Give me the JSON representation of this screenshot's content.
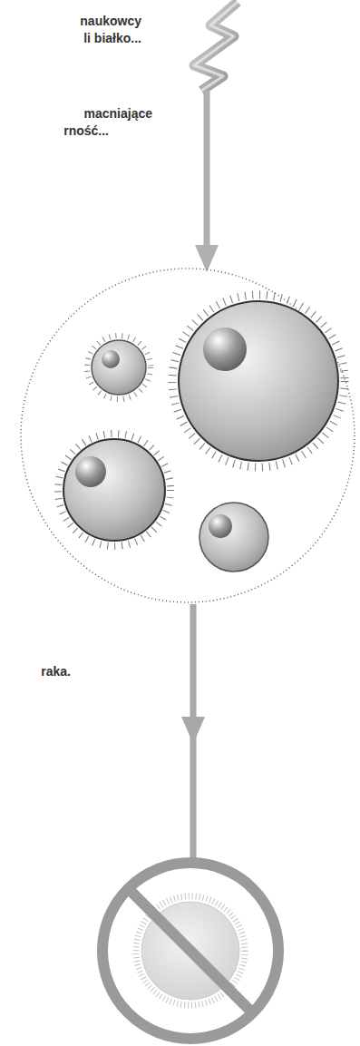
{
  "diagram": {
    "labels": [
      "naukowcy",
      "li białko...",
      "macniające",
      "rność...",
      "raka."
    ]
  }
}
